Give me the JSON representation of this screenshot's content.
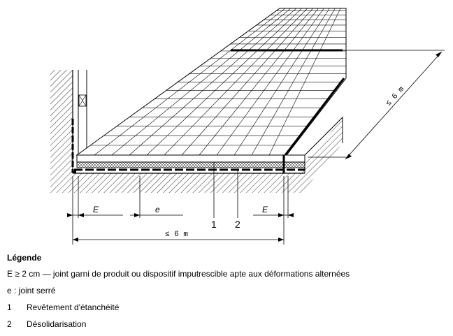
{
  "drawing": {
    "dim_E_left": "E",
    "dim_e": "e",
    "dim_E_right": "E",
    "dim_bottom": "≤ 6 m",
    "dim_diagonal": "≤ 6 m",
    "callout_1": "1",
    "callout_2": "2"
  },
  "legend": {
    "title": "Légende",
    "line_E": "E ≥ 2 cm — joint garni de produit ou dispositif imputrescible apte aux déformations alternées",
    "line_e": "e : joint serré",
    "items": [
      {
        "num": "1",
        "label": "Revêtement d'étanchéité"
      },
      {
        "num": "2",
        "label": "Désolidarisation"
      }
    ]
  }
}
